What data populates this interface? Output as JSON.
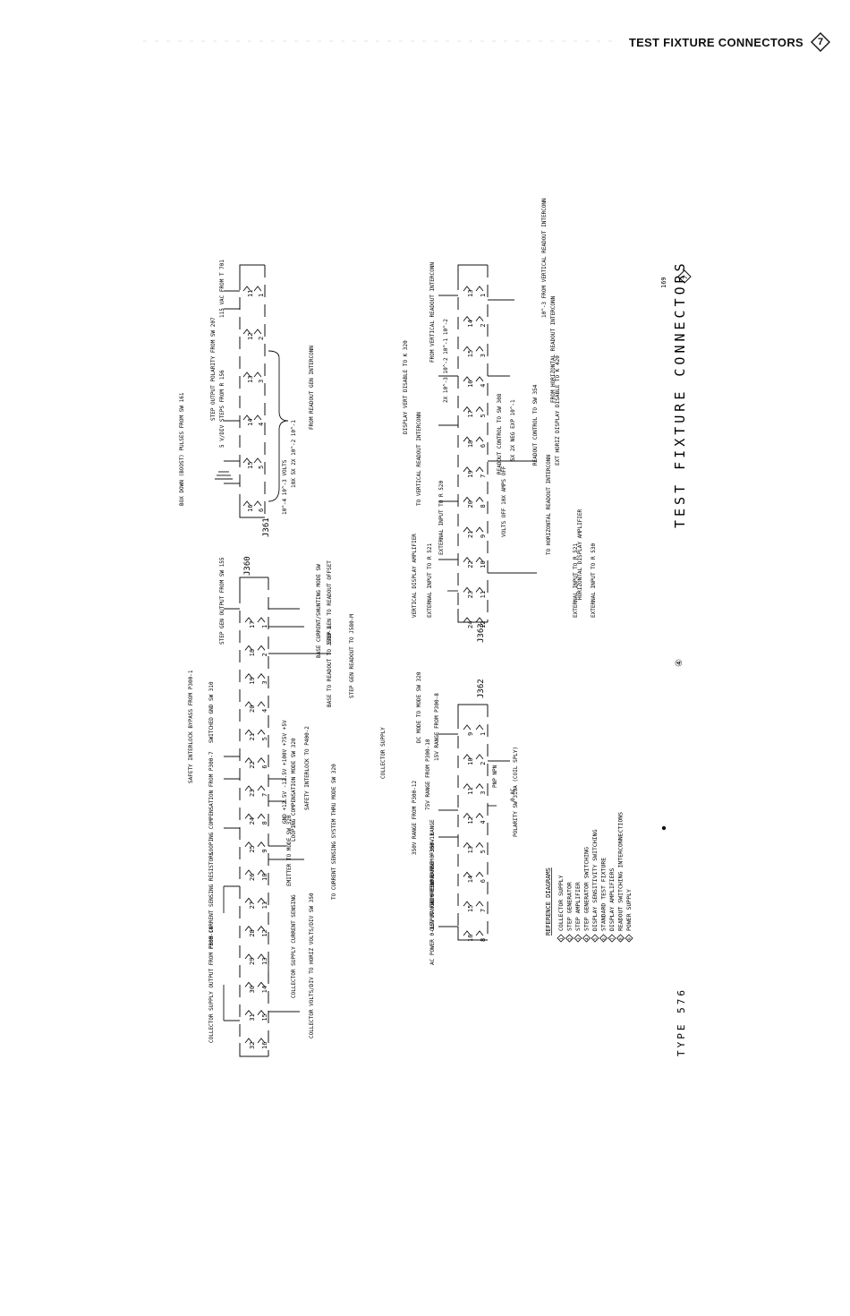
{
  "header": {
    "title": "TEST FIXTURE CONNECTORS",
    "diagram_number": "7"
  },
  "rotated_title": "TEST FIXTURE CONNECTORS",
  "rotated_title_number": "7",
  "type_label": "TYPE 576",
  "page_ref": "169",
  "small_mark": "④",
  "connectors": {
    "j360": "J360",
    "j361": "J361",
    "j362": "J362",
    "j363": "J363"
  },
  "j360_pins": {
    "top": [
      "1",
      "2",
      "3",
      "4",
      "5",
      "6",
      "7",
      "8",
      "9",
      "10",
      "11",
      "12",
      "13",
      "14",
      "15",
      "16"
    ],
    "bottom": [
      "17",
      "18",
      "19",
      "20",
      "21",
      "22",
      "23",
      "24",
      "25",
      "26",
      "27",
      "28",
      "29",
      "30",
      "31",
      "32"
    ]
  },
  "j361_pins": {
    "top": [
      "1",
      "2",
      "3",
      "4",
      "5",
      "6"
    ],
    "bottom": [
      "11",
      "12",
      "13",
      "14",
      "15",
      "16"
    ]
  },
  "j362_pins": {
    "top": [
      "1",
      "2",
      "3",
      "4",
      "5",
      "6",
      "7",
      "8"
    ],
    "bottom": [
      "9",
      "10",
      "11",
      "12",
      "13",
      "14",
      "15",
      "16"
    ]
  },
  "j363_pins": {
    "top": [
      "1",
      "2",
      "3",
      "4",
      "5",
      "6",
      "7",
      "8",
      "9",
      "10",
      "11",
      "12"
    ],
    "bottom": [
      "13",
      "14",
      "15",
      "16",
      "17",
      "18",
      "19",
      "20",
      "21",
      "22",
      "23",
      "24"
    ]
  },
  "j360_labels": [
    "COLLECTOR SUPPLY OUTPUT FROM P300-14",
    "FROM CURRENT SENSING RESISTORS",
    "LOOPING COMPENSATION FROM P300-7",
    "SAFETY INTERLOCK BYPASS FROM P300-1",
    "SWITCHED GND SW 310",
    "STEP GEN OUTPUT FROM SW 155",
    "COLLECTOR SUPPLY CURRENT SENSING",
    "COLLECTOR VOLTS/DIV TO HORIZ VOLTS/DIV SW 350",
    "EMITTER TO MODE SW 320",
    "TO CURRENT SENSING SYSTEM THRU MODE SW 320",
    "LOOPING COMPENSATION MODE SW 320",
    "GND +12.5V -12.5V +100V +75V +5V",
    "SAFETY INTERLOCK TO P400-2",
    "BASE TO READOUT TO J580-3",
    "BASE CURRENT/SHUNTING MODE SW",
    "STEP GEN TO READOUT OFFSET",
    "STEP GEN READOUT TO J580-M"
  ],
  "j361_labels": [
    "BOX DOWN (BOOST) PULSES FROM SW 161",
    "5 V/DIV STEPS FROM R 156",
    "STEP OUTPUT POLARITY FROM SW 207",
    "115 VAC FROM T 701",
    "10^-4 10^-3 VOLTS",
    "10X  5X  2X  10^-2  10^-1",
    "FROM READOUT GEN INTERCONN"
  ],
  "j362_labels": [
    "AC POWER 0-15V RANGE 0-75V RANGE 0-350V RANGE",
    "AC RETURN FROM P300-11",
    "OUTPUT FROM P300-8",
    "350V RANGE FROM P300-12",
    "75V RANGE FROM P300-10",
    "15V RANGE FROM P300-8",
    "COLLECTOR SUPPLY",
    "DC MODE TO MODE SW 320",
    "PNP  NPN",
    "POLARITY SW 319A (COIL SPLY)",
    "0  AC"
  ],
  "j363_labels": [
    "VERTICAL DISPLAY AMPLIFIER",
    "EXTERNAL INPUT TO R 521",
    "EXTERNAL INPUT TO R 520",
    "TO VERTICAL READOUT INTERCONN",
    "VOLTS  OFF  10X  AMPS  OFF",
    "READOUT CONTROL TO SW 308",
    "READOUT CONTROL TO SW 354",
    "TO HORIZONTAL READOUT INTERCONN",
    "DISPLAY VERT DISABLE TO K 320",
    "EXT HORIZ DISPLAY DISABLE TO K 420",
    "EXTERNAL INPUT TO R 521",
    "EXTERNAL INPUT TO R 530",
    "HORIZONTAL DISPLAY AMPLIFIER",
    "FROM VERTICAL READOUT INTERCONN",
    "2X  10^-3  10^-2  10^-1  10^-2",
    "5X  2X  NEG EXP  10^-1",
    "FROM HORIZONTAL READOUT INTERCONN",
    "10^-3 FROM VERTICAL READOUT INTERCONN"
  ],
  "reference": {
    "title": "REFERENCE DIAGRAMS",
    "items": [
      {
        "num": "1",
        "label": "COLLECTOR SUPPLY"
      },
      {
        "num": "2",
        "label": "STEP GENERATOR"
      },
      {
        "num": "3",
        "label": "STEP AMPLIFIER"
      },
      {
        "num": "4",
        "label": "STEP GENERATOR SWITCHING"
      },
      {
        "num": "5",
        "label": "DISPLAY SENSITIVITY SWITCHING"
      },
      {
        "num": "6",
        "label": "STANDARD TEST FIXTURE"
      },
      {
        "num": "7",
        "label": "DISPLAY AMPLIFIERS"
      },
      {
        "num": "8",
        "label": "READOUT SWITCHING INTERCONNECTIONS"
      },
      {
        "num": "9",
        "label": "POWER SUPPLY"
      }
    ]
  }
}
